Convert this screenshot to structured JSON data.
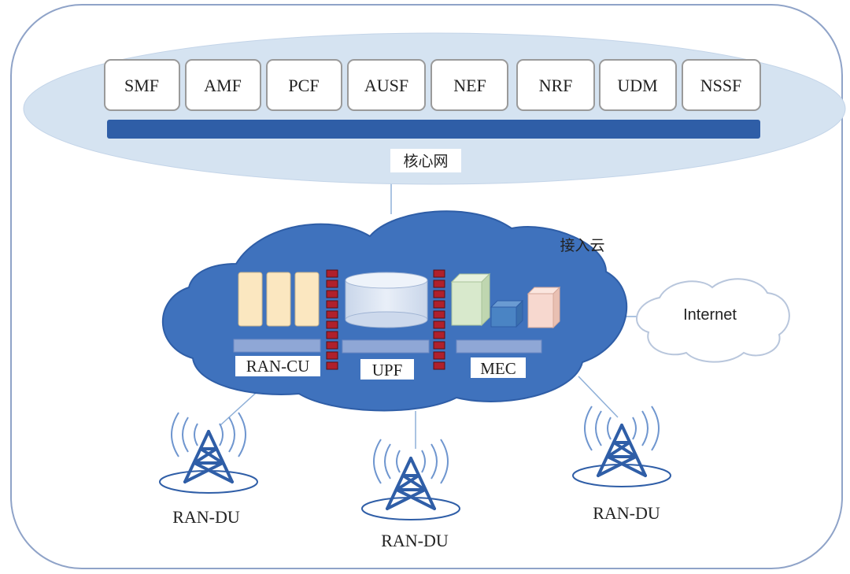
{
  "core_network": {
    "functions": [
      "SMF",
      "AMF",
      "PCF",
      "AUSF",
      "NEF",
      "NRF",
      "UDM",
      "NSSF"
    ],
    "label": "核心网"
  },
  "access_cloud": {
    "label": "接入云",
    "components": {
      "ran_cu": "RAN-CU",
      "upf": "UPF",
      "mec": "MEC"
    }
  },
  "internet": {
    "label": "Internet"
  },
  "ran_du": [
    {
      "label": "RAN-DU"
    },
    {
      "label": "RAN-DU"
    },
    {
      "label": "RAN-DU"
    }
  ],
  "colors": {
    "frame": "#8fa3c8",
    "core_ellipse": "#d5e3f1",
    "core_bar": "#2f5ea7",
    "cloud": "#3f72bd",
    "cloud_edge": "#2f5ea7",
    "cu_boxes": "#fbe7c0",
    "upf_cylinder": "#dfe7f3",
    "mec_green": "#d8e9cc",
    "mec_blue": "#4a84c4",
    "mec_pink": "#f7d8cf",
    "firewall": "#b0202b",
    "tower": "#2f5ea7"
  }
}
